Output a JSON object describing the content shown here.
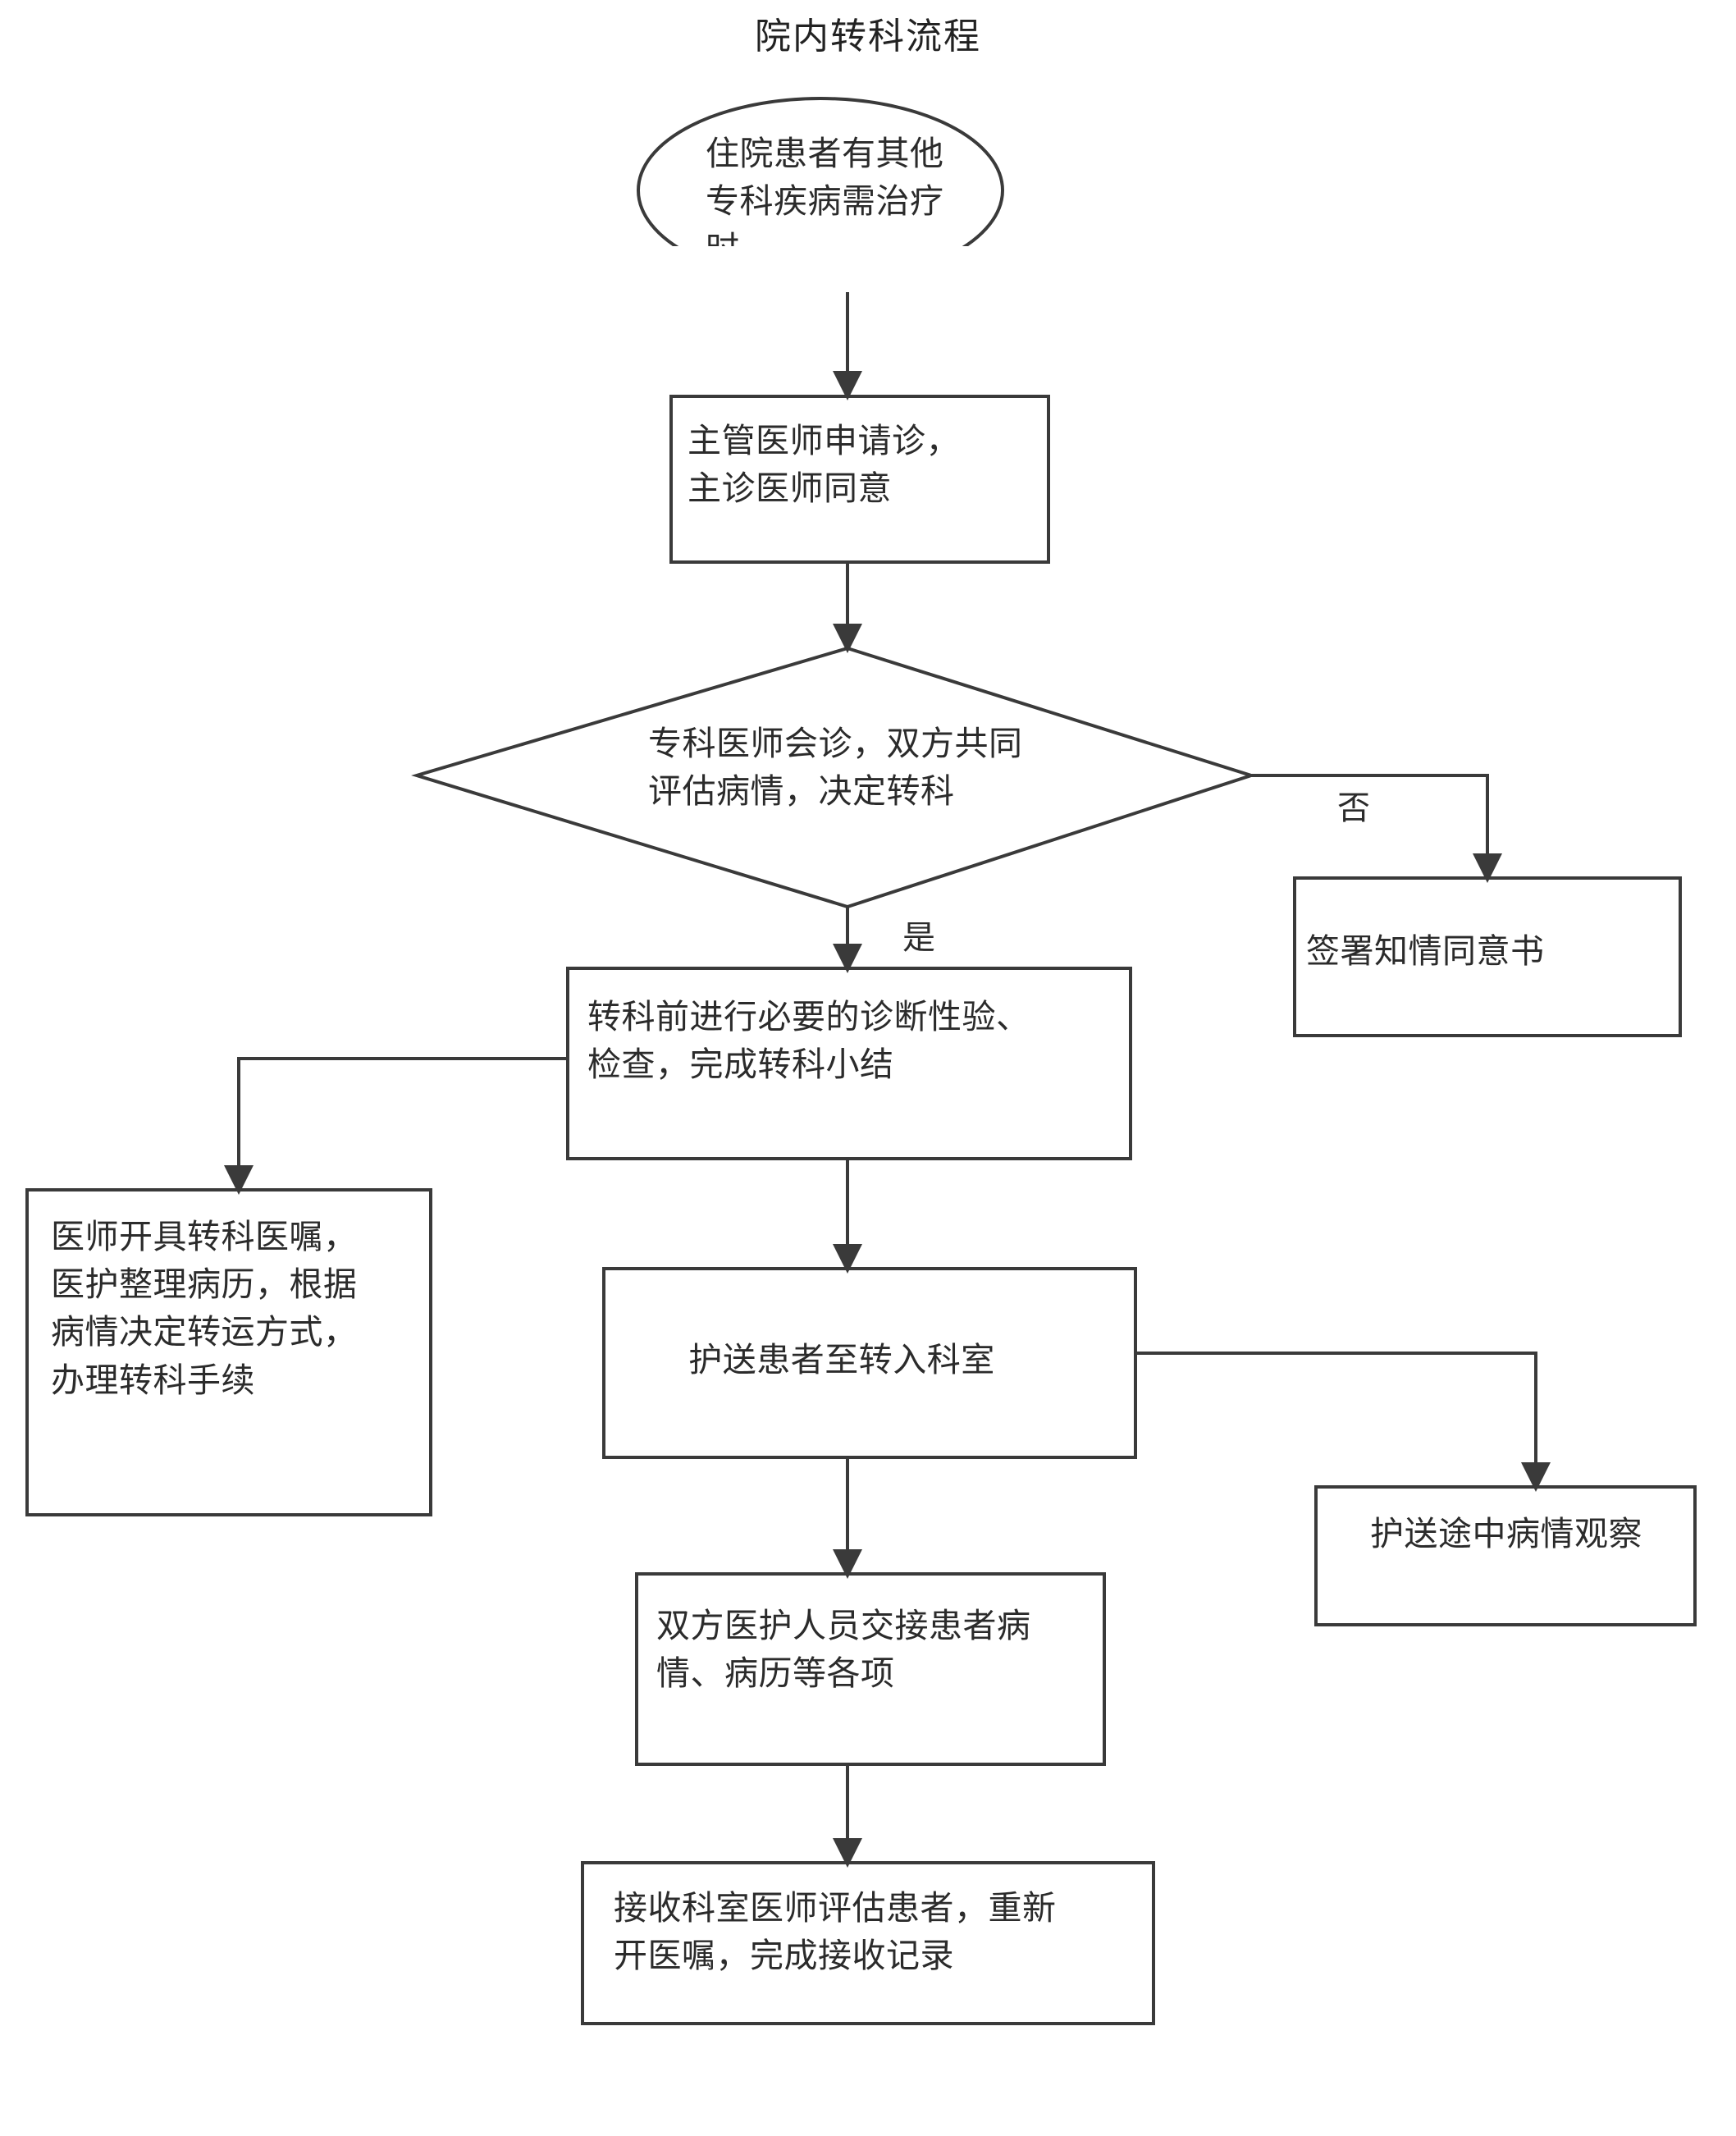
{
  "diagram": {
    "title": "院内转科流程",
    "type": "flowchart",
    "stroke_color": "#3a3a3a",
    "text_color": "#2b2b2b",
    "background": "#ffffff",
    "nodes": [
      {
        "id": "start",
        "shape": "ellipse",
        "label": "住院患者有其他\n专科疾病需治疗\n时"
      },
      {
        "id": "apply",
        "shape": "rectangle",
        "label": "主管医师申请诊，\n主诊医师同意"
      },
      {
        "id": "decide",
        "shape": "diamond",
        "label": "专科医师会诊，双方共同\n评估病情，决定转科"
      },
      {
        "id": "consent",
        "shape": "rectangle",
        "label": "签署知情同意书"
      },
      {
        "id": "pretrans",
        "shape": "rectangle",
        "label": "转科前进行必要的诊断性验、\n检查，完成转科小结"
      },
      {
        "id": "orders",
        "shape": "rectangle",
        "label": "医师开具转科医嘱，\n医护整理病历，根据\n病情决定转运方式，\n办理转科手续"
      },
      {
        "id": "escort",
        "shape": "rectangle",
        "label": "护送患者至转入科室"
      },
      {
        "id": "observe",
        "shape": "rectangle",
        "label": "护送途中病情观察"
      },
      {
        "id": "handover",
        "shape": "rectangle",
        "label": "双方医护人员交接患者病\n情、病历等各项"
      },
      {
        "id": "receive",
        "shape": "rectangle",
        "label": "接收科室医师评估患者，重新\n开医嘱，完成接收记录"
      }
    ],
    "edges": [
      {
        "from": "start",
        "to": "apply",
        "label": ""
      },
      {
        "from": "apply",
        "to": "decide",
        "label": ""
      },
      {
        "from": "decide",
        "to": "consent",
        "label": "否"
      },
      {
        "from": "decide",
        "to": "pretrans",
        "label": "是"
      },
      {
        "from": "pretrans",
        "to": "orders",
        "label": ""
      },
      {
        "from": "pretrans",
        "to": "escort",
        "label": ""
      },
      {
        "from": "escort",
        "to": "observe",
        "label": ""
      },
      {
        "from": "escort",
        "to": "handover",
        "label": ""
      },
      {
        "from": "handover",
        "to": "receive",
        "label": ""
      }
    ],
    "edge_labels": {
      "no": "否",
      "yes": "是"
    }
  }
}
